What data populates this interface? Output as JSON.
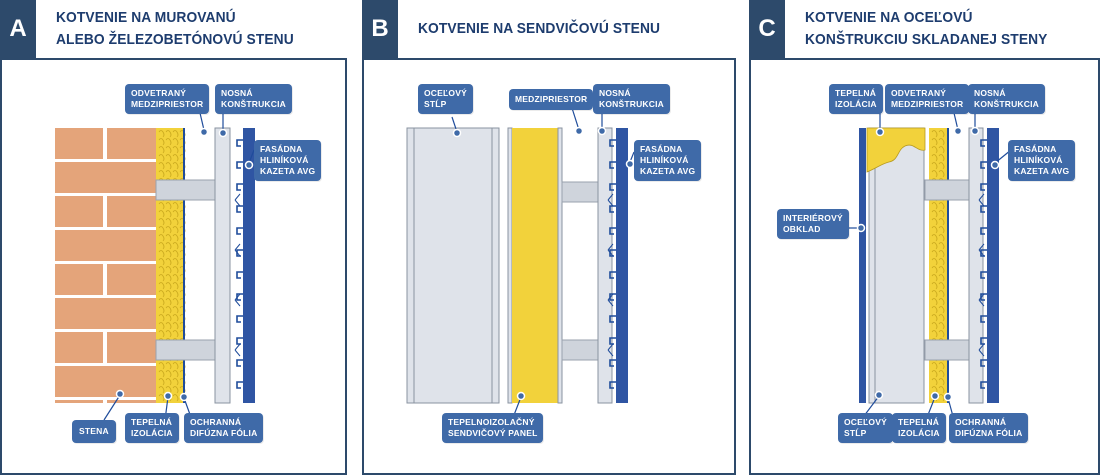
{
  "panels": [
    {
      "letter": "A",
      "title": "KOTVENIE NA MUROVANÚ\nALEBO ŽELEZOBETÓNOVÚ STENU",
      "labels": {
        "odvetrany": "ODVETRANÝ\nMEDZIPRIESTOR",
        "nosna": "NOSNÁ\nKONŠTRUKCIA",
        "fasadna": "FASÁDNA\nHLINÍKOVÁ\nKAZETA AVG",
        "stena": "STENA",
        "tepelna": "TEPELNÁ\nIZOLÁCIA",
        "ochranna": "OCHRANNÁ\nDIFÚZNA FÓLIA"
      }
    },
    {
      "letter": "B",
      "title": "KOTVENIE NA SENDVIČOVÚ STENU",
      "labels": {
        "ocelovy": "OCEĽOVÝ\nSTĹP",
        "medzipriestor": "MEDZIPRIESTOR",
        "nosna": "NOSNÁ\nKONŠTRUKCIA",
        "fasadna": "FASÁDNA\nHLINÍKOVÁ\nKAZETA AVG",
        "panel": "TEPELNOIZOLAČNÝ\nSENDVIČOVÝ PANEL"
      }
    },
    {
      "letter": "C",
      "title": "KOTVENIE NA OCEĽOVÚ\nKONŠTRUKCIU SKLADANEJ STENY",
      "labels": {
        "tepelna_top": "TEPELNÁ\nIZOLÁCIA",
        "odvetrany": "ODVETRANÝ\nMEDZIPRIESTOR",
        "nosna": "NOSNÁ\nKONŠTRUKCIA",
        "fasadna": "FASÁDNA\nHLINÍKOVÁ\nKAZETA AVG",
        "interierovy": "INTERIÉROVÝ\nOBKLAD",
        "ocelovy": "OCEĽOVÝ\nSTĹP",
        "tepelna_bottom": "TEPELNÁ\nIZOLÁCIA",
        "ochranna": "OCHRANNÁ\nDIFÚZNA FÓLIA"
      }
    }
  ],
  "colors": {
    "navy": "#2d4a6b",
    "label_blue": "#3f6aa8",
    "title_blue": "#1d3c6e",
    "brick": "#e4a47a",
    "mortar": "#ffffff",
    "insulation": "#f2d23b",
    "steel": "#dfe3ea",
    "cladding": "#2f55a3",
    "foil": "#1f4c9b"
  }
}
